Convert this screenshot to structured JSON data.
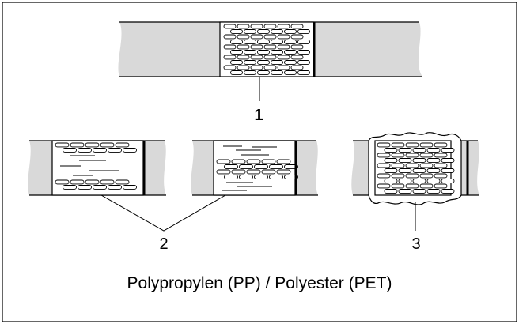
{
  "labels": {
    "one": "1",
    "two": "2",
    "three": "3"
  },
  "caption": "Polypropylen (PP) / Polyester (PET)",
  "colors": {
    "strap_fill": "#d9d9d9",
    "seal_fill": "#ffffff",
    "stroke": "#000000"
  }
}
